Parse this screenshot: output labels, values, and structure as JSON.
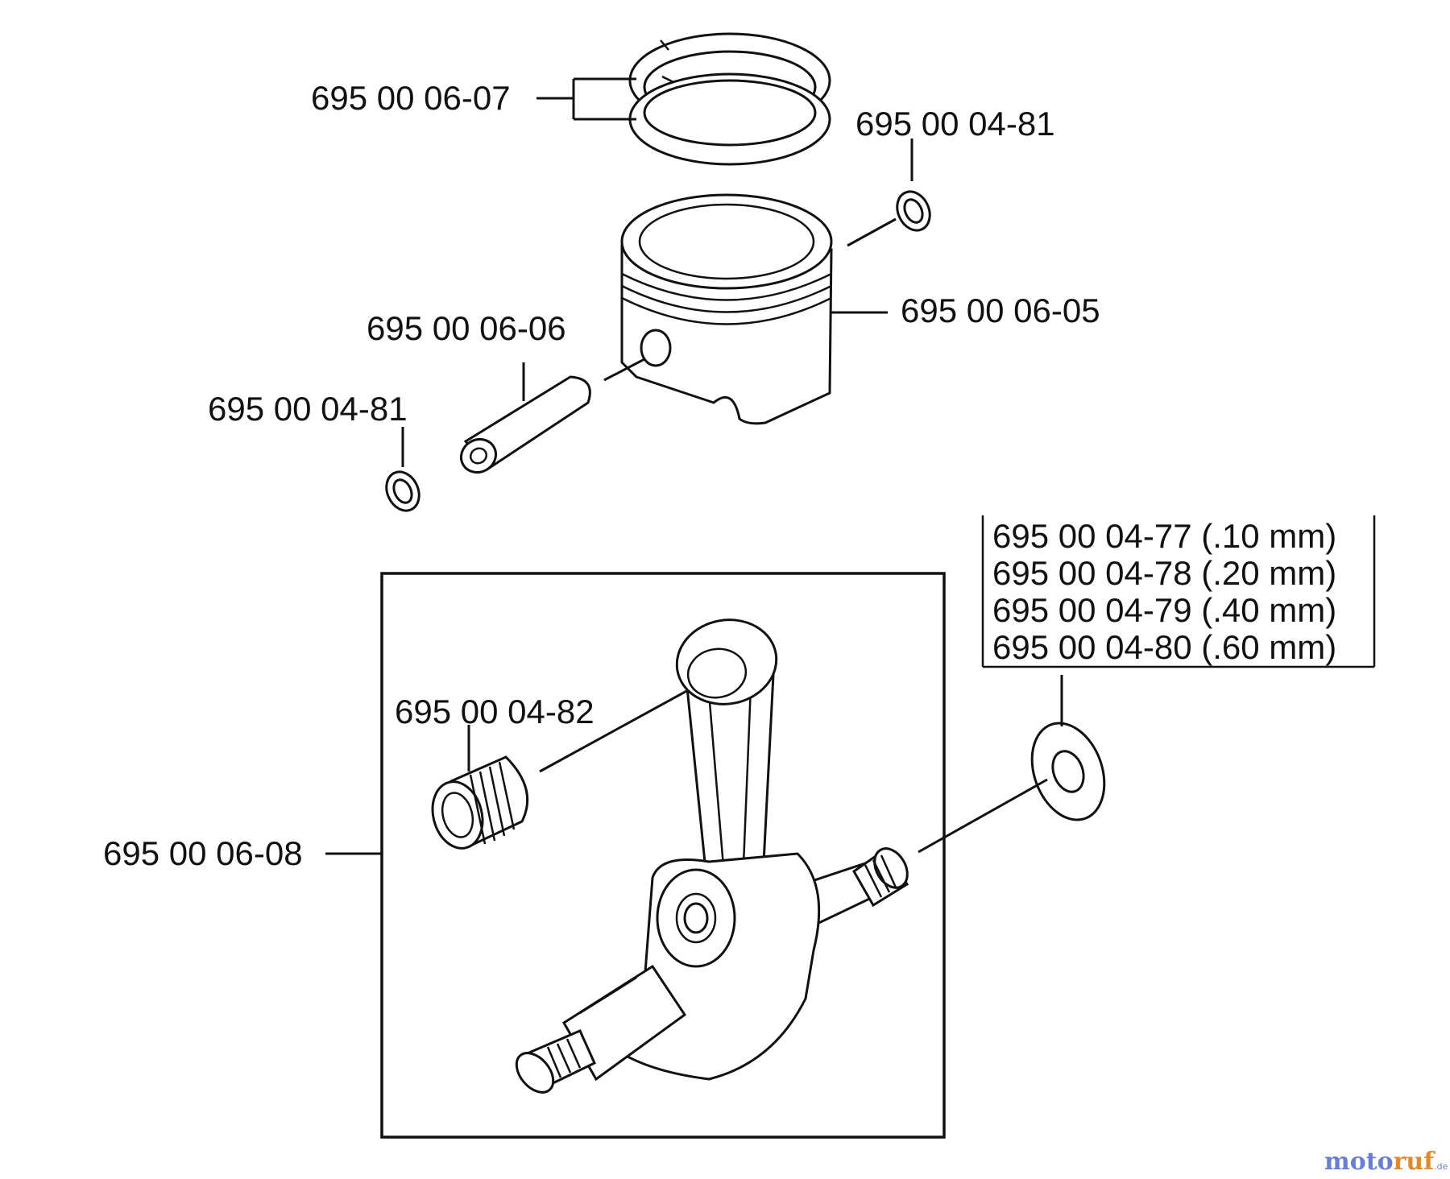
{
  "labels": {
    "rings": "695 00 06-07",
    "circlip_top": "695 00 04-81",
    "piston": "695 00 06-05",
    "piston_pin": "695 00 06-06",
    "circlip_left": "695 00 04-81",
    "needle_bearing": "695 00 04-82",
    "crankshaft": "695 00 06-08"
  },
  "washer_options": [
    "695 00 04-77 (.10 mm)",
    "695 00 04-78 (.20 mm)",
    "695 00 04-79 (.40 mm)",
    "695 00 04-80 (.60 mm)"
  ],
  "watermark": {
    "moto": "moto",
    "ruf": "ruf",
    "tld": ".de",
    "blue": "#6a7fd0",
    "orange": "#e08a2e"
  }
}
